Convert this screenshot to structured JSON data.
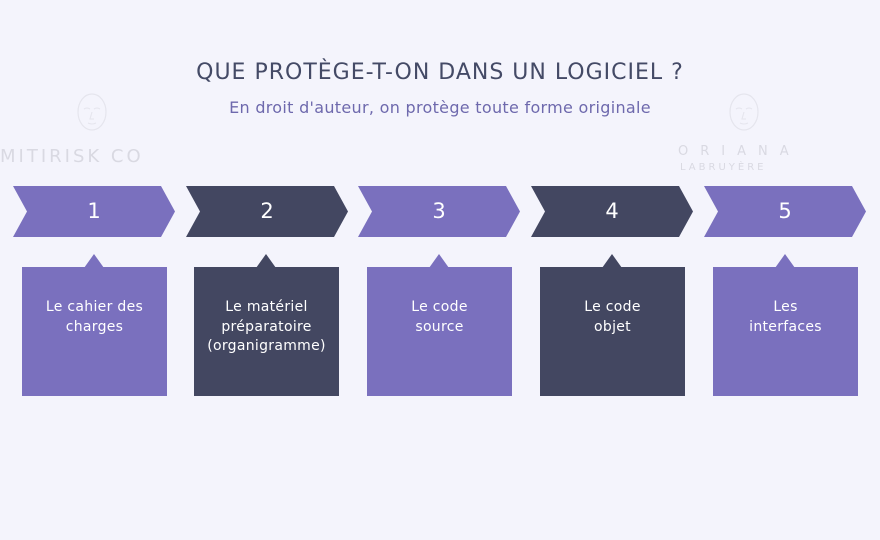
{
  "header": {
    "title": "QUE PROTÈGE-T-ON DANS UN LOGICIEL ?",
    "subtitle": "En droit d'auteur, on protège toute forme originale"
  },
  "watermarks": {
    "left": "MITIRISK   CO",
    "right": "ORIANA",
    "right_sub": "LABRUYÈRE"
  },
  "colors": {
    "light": "#7a70be",
    "dark": "#434761",
    "background": "#f4f4fc",
    "title": "#444a66",
    "subtitle": "#6e69ad"
  },
  "steps": [
    {
      "number": "1",
      "text": "Le cahier des\ncharges",
      "color": "light"
    },
    {
      "number": "2",
      "text": "Le matériel\npréparatoire\n(organigramme)",
      "color": "dark"
    },
    {
      "number": "3",
      "text": "Le code\nsource",
      "color": "light"
    },
    {
      "number": "4",
      "text": "Le code\nobjet",
      "color": "dark"
    },
    {
      "number": "5",
      "text": "Les\ninterfaces",
      "color": "light"
    }
  ]
}
